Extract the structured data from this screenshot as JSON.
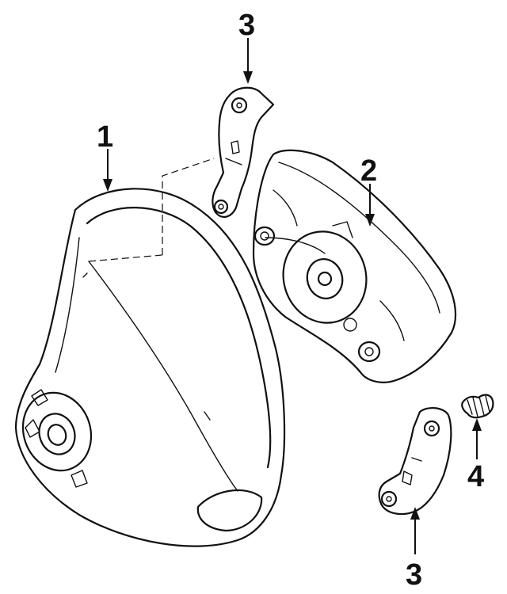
{
  "callouts": {
    "wheel": "1",
    "airbag_module": "2",
    "upper_bracket": "3",
    "lower_bracket": "3",
    "spring": "4"
  }
}
